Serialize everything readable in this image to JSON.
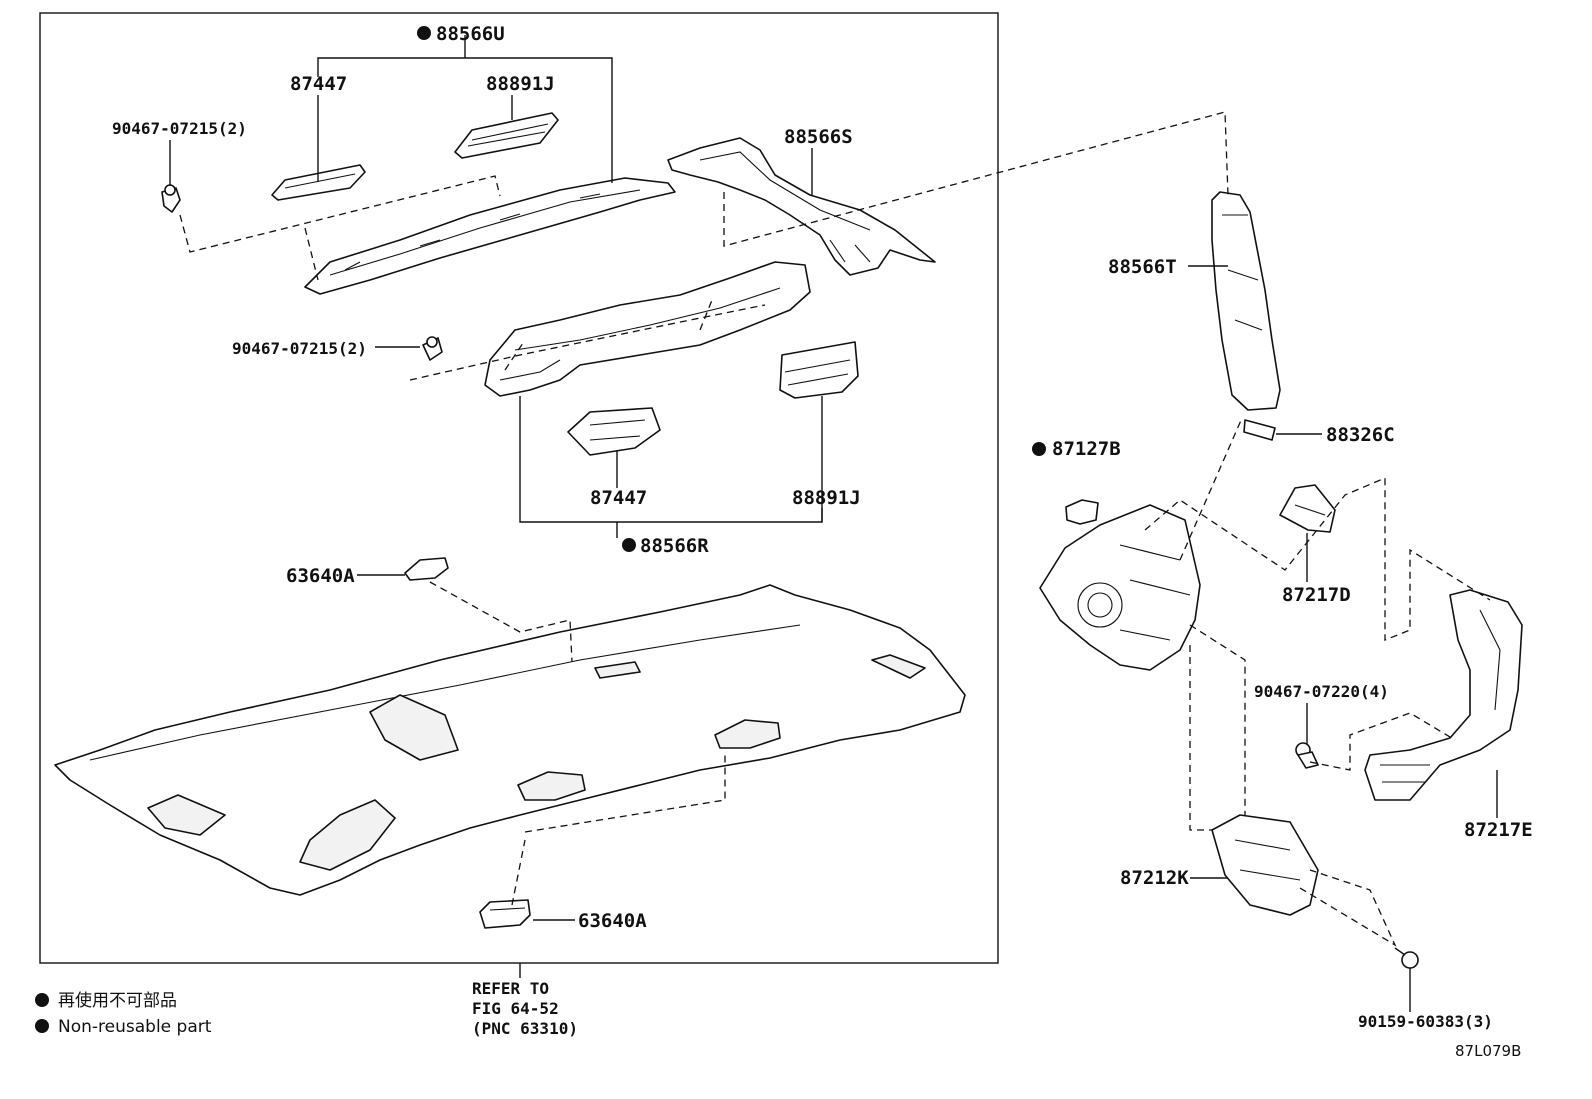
{
  "labels": {
    "p88566U": "88566U",
    "p87447_top": "87447",
    "p88891J_top": "88891J",
    "p90467_07215_a": "90467-07215(2)",
    "p88566S": "88566S",
    "p90467_07215_b": "90467-07215(2)",
    "p87447_bot": "87447",
    "p88891J_bot": "88891J",
    "p88566R": "88566R",
    "p63640A_top": "63640A",
    "p63640A_bot": "63640A",
    "p88566T": "88566T",
    "p88326C": "88326C",
    "p87127B": "87127B",
    "p87217D": "87217D",
    "p90467_07220": "90467-07220(4)",
    "p87217E": "87217E",
    "p87212K": "87212K",
    "p90159_60383": "90159-60383(3)"
  },
  "refer": {
    "line1": "REFER TO",
    "line2": "FIG 64-52",
    "line3": "(PNC 63310)"
  },
  "legend": {
    "jp": "再使用不可部品",
    "en": "Non-reusable part"
  },
  "diagram_code": "87L079B"
}
